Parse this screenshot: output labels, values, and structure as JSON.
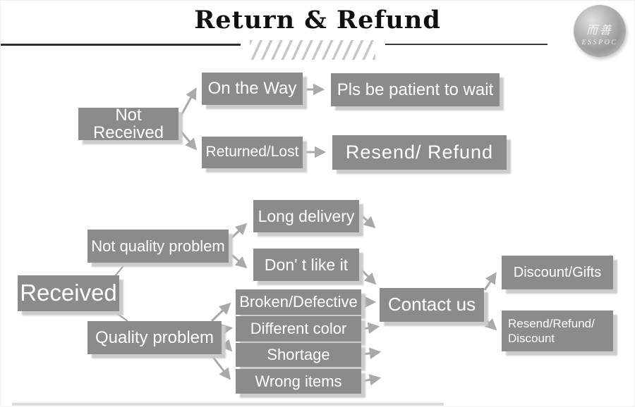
{
  "header": {
    "title": "Return & Refund",
    "logo_cn": "而善",
    "logo_en": "ESSPOC"
  },
  "colors": {
    "node_fill": "#8b8b8b",
    "node_text": "#ffffff",
    "node_shadow": "#cbcbcb",
    "arrow": "#a9a9a9",
    "rule": "#2f2f2f",
    "hatch": "#c7c7c7",
    "title_text": "#101010",
    "logo_gray": "#9a9a9a"
  },
  "flow": {
    "not_received": "Not Received",
    "on_the_way": "On the Way",
    "pls_be_patient": "Pls be patient to wait",
    "returned_lost": "Returned/Lost",
    "resend_refund": "Resend/ Refund",
    "received": "Received",
    "not_quality_problem": "Not quality problem",
    "long_delivery": "Long delivery",
    "dont_like_it": "Don' t like it",
    "quality_problem": "Quality problem",
    "broken_defective": "Broken/Defective",
    "different_color": "Different color",
    "shortage": "Shortage",
    "wrong_items": "Wrong items",
    "contact_us": "Contact us",
    "discount_gifts": "Discount/Gifts",
    "resend_refund_discount_line1": "Resend/Refund/",
    "resend_refund_discount_line2": "Discount"
  }
}
